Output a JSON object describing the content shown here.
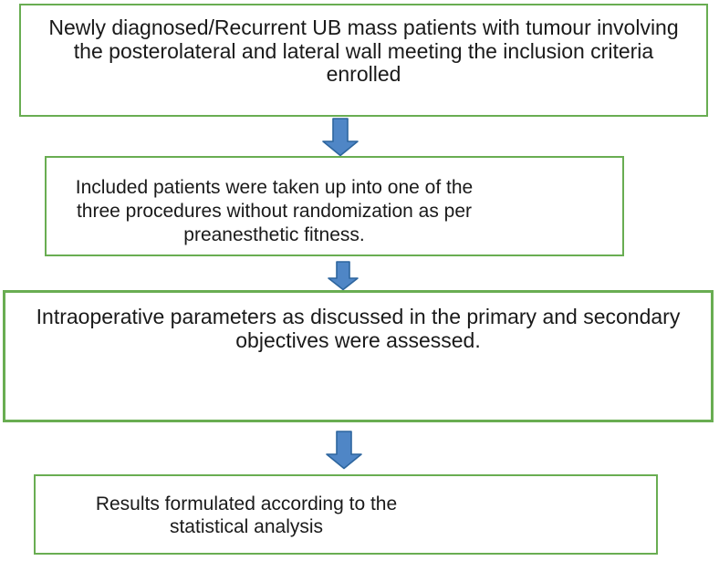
{
  "figure": {
    "type": "flowchart",
    "orientation": "vertical",
    "colors": {
      "box_border": "#69ad52",
      "arrow_fill": "#4f86c6",
      "arrow_stroke": "#2d659e",
      "text": "#1a1a1a",
      "background": "#ffffff"
    }
  },
  "boxes": [
    {
      "id": "enrollment",
      "lines": [
        "Newly diagnosed/Recurrent UB mass patients with tumour involving",
        "the posterolateral and lateral wall meeting the inclusion criteria",
        "enrolled"
      ]
    },
    {
      "id": "allocation",
      "lines": [
        "Included patients were taken up into one of the",
        "three procedures without randomization as per",
        "preanesthetic fitness."
      ]
    },
    {
      "id": "assessment",
      "lines": [
        "Intraoperative parameters as discussed in the primary and secondary",
        "objectives were assessed."
      ]
    },
    {
      "id": "results",
      "lines": [
        "Results formulated according to the",
        "statistical analysis"
      ]
    }
  ],
  "arrows": [
    {
      "direction": "down",
      "from": "enrollment",
      "to": "allocation"
    },
    {
      "direction": "down",
      "from": "allocation",
      "to": "assessment"
    },
    {
      "direction": "down",
      "from": "assessment",
      "to": "results"
    }
  ]
}
